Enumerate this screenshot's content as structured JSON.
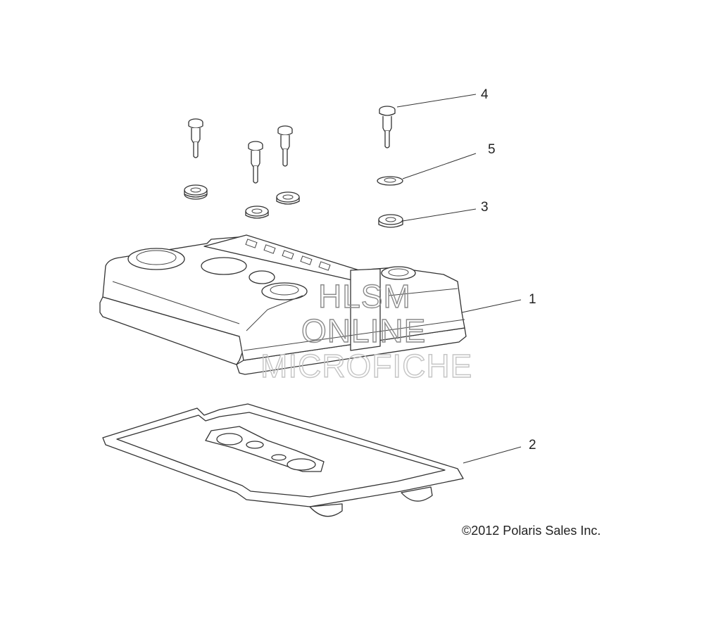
{
  "callouts": [
    {
      "id": "1",
      "label": "1"
    },
    {
      "id": "2",
      "label": "2"
    },
    {
      "id": "3",
      "label": "3"
    },
    {
      "id": "4",
      "label": "4"
    },
    {
      "id": "5",
      "label": "5"
    }
  ],
  "copyright": "©2012 Polaris Sales Inc.",
  "watermark": {
    "line1": "HLSM",
    "line2": "ONLINE",
    "line3": "MICROFICHE"
  }
}
